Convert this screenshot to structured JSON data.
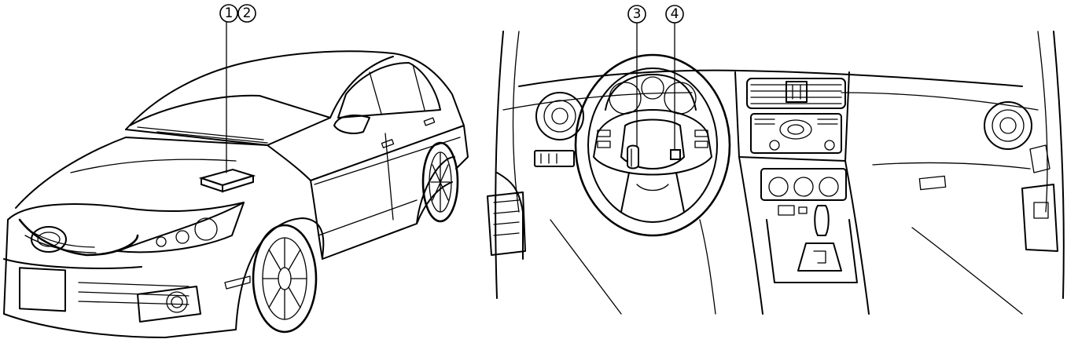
{
  "callouts": [
    {
      "id": 1,
      "label": "1"
    },
    {
      "id": 2,
      "label": "2"
    },
    {
      "id": 3,
      "label": "3"
    },
    {
      "id": 4,
      "label": "4"
    }
  ],
  "colors": {
    "line": "#000000",
    "background": "#ffffff"
  }
}
